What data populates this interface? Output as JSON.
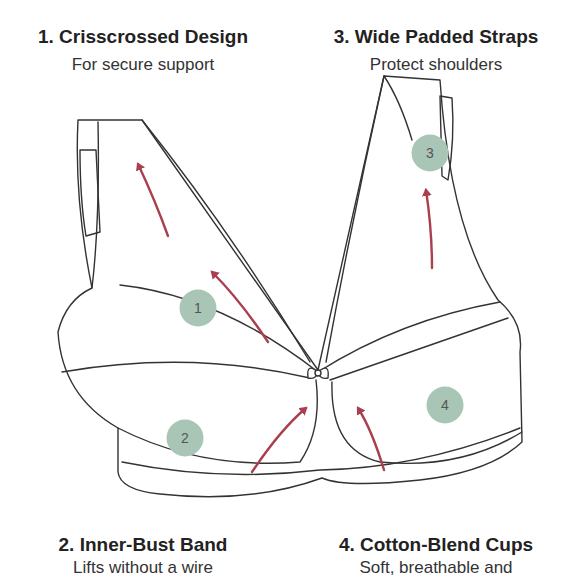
{
  "diagram": {
    "nodes": [
      {
        "text": [
          "1"
        ]
      },
      {
        "text": [
          "3"
        ]
      },
      {
        "text": [
          "4"
        ]
      },
      {
        "text": [
          "2"
        ]
      }
    ],
    "labels": [
      "1. Crisscrossed Design",
      "For secure support",
      "3. Wide Padded Straps",
      "Protect shoulders",
      "2. Inner-Bust Band",
      "Lifts without a wire",
      "4. Cotton-Blend Cups",
      "Soft, breathable and"
    ]
  }
}
